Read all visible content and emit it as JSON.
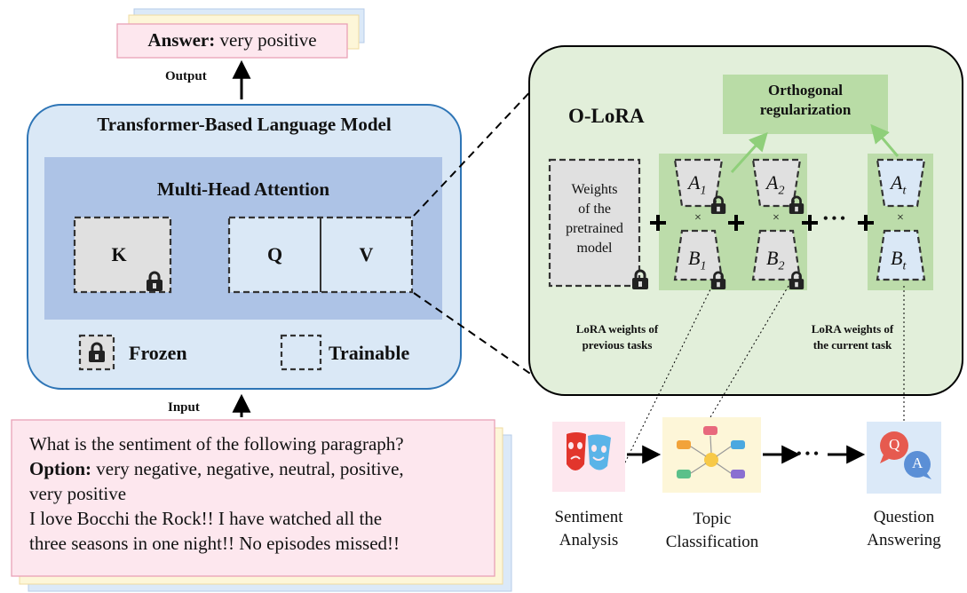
{
  "answer": {
    "label": "Answer:",
    "value": " very positive"
  },
  "output_label": "Output",
  "input_label": "Input",
  "model": {
    "title": "Transformer-Based Language Model",
    "attention_title": "Multi-Head Attention",
    "k_label": "K",
    "q_label": "Q",
    "v_label": "V",
    "legend_frozen": "Frozen",
    "legend_trainable": "Trainable"
  },
  "prompt": {
    "line1": "What is the sentiment of the following paragraph?",
    "option_label": "Option:",
    "option_text": " very negative, negative, neutral, positive,",
    "line3": "very positive",
    "line4": "I love Bocchi the Rock!! I have watched all the",
    "line5": "three seasons in one night!! No episodes missed!!"
  },
  "olora": {
    "title": "O-LoRA",
    "reg_line1": "Orthogonal",
    "reg_line2": "regularization",
    "weights_line1": "Weights",
    "weights_line2": "of the",
    "weights_line3": "pretrained",
    "weights_line4": "model",
    "a1": "A",
    "a1_sub": "1",
    "b1": "B",
    "b1_sub": "1",
    "a2": "A",
    "a2_sub": "2",
    "b2": "B",
    "b2_sub": "2",
    "at": "A",
    "at_sub": "t",
    "bt": "B",
    "bt_sub": "t",
    "times": "×",
    "dots": "• • •",
    "prev_line1": "LoRA weights of",
    "prev_line2": "previous tasks",
    "curr_line1": "LoRA weights of",
    "curr_line2": "the current task"
  },
  "tasks": [
    {
      "line1": "Sentiment",
      "line2": "Analysis"
    },
    {
      "line1": "Topic",
      "line2": "Classification"
    },
    {
      "line1": "Question",
      "line2": "Answering"
    }
  ],
  "task_dots": "• • •",
  "qa_icon": {
    "q": "Q",
    "a": "A"
  },
  "colors": {
    "model_fill": "#dae8f6",
    "model_stroke": "#2e75b6",
    "attention_fill": "#adc3e6",
    "olora_fill": "#e2efda",
    "lora_strip": "#bcdcaa",
    "reg_fill": "#b9dca6",
    "answer_fill": "#fde7ee",
    "answer_stroke": "#e9a1b6"
  }
}
